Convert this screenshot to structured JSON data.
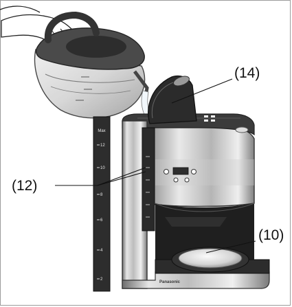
{
  "callouts": {
    "c14": "(14)",
    "c12": "(12)",
    "c10": "(10)"
  },
  "gauge": {
    "max_label": "Max",
    "ticks": [
      "12",
      "10",
      "8",
      "6",
      "4",
      "2"
    ]
  },
  "brand": "Panasonic",
  "colors": {
    "body_dark": "#3a3a3a",
    "steel_light": "#d8d8d8",
    "steel_mid": "#a9a9a9",
    "water": "#f2f7fb"
  }
}
